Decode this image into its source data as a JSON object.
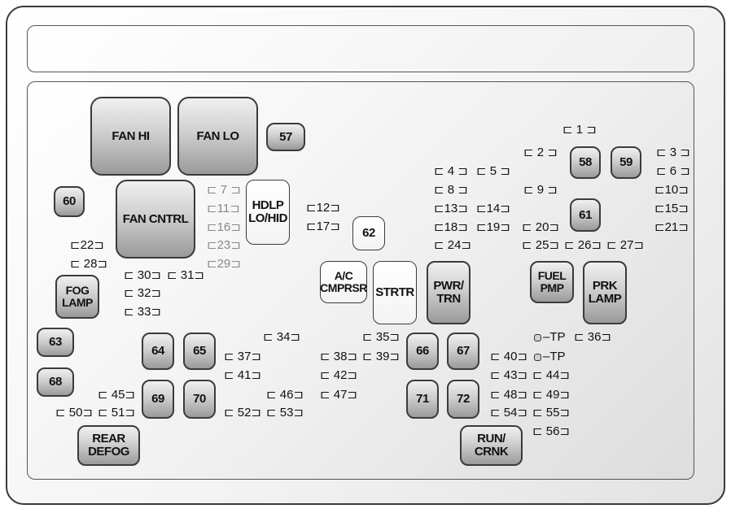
{
  "components": {
    "fan_hi": "FAN HI",
    "fan_lo": "FAN LO",
    "fan_cntrl": "FAN CNTRL",
    "hdlp_lo_hid": "HDLP\nLO/HID",
    "fog_lamp": "FOG\nLAMP",
    "rear_defog": "REAR\nDEFOG",
    "ac_cmprsr": "A/C\nCMPRSR",
    "strtr": "STRTR",
    "pwr_trn": "PWR/\nTRN",
    "fuel_pmp": "FUEL\nPMP",
    "prk_lamp": "PRK\nLAMP",
    "run_crnk": "RUN/\nCRNK"
  },
  "relays": {
    "r57": "57",
    "r58": "58",
    "r59": "59",
    "r60": "60",
    "r61": "61",
    "r62": "62",
    "r63": "63",
    "r64": "64",
    "r65": "65",
    "r66": "66",
    "r67": "67",
    "r68": "68",
    "r69": "69",
    "r70": "70",
    "r71": "71",
    "r72": "72"
  },
  "fuses": {
    "f1": "⊏ 1 ⊐",
    "f2": "⊏ 2 ⊐",
    "f3": "⊏ 3 ⊐",
    "f4": "⊏ 4 ⊐",
    "f5": "⊏ 5 ⊐",
    "f6": "⊏ 6 ⊐",
    "f7": "⊏ 7 ⊐",
    "f8": "⊏ 8 ⊐",
    "f9": "⊏ 9 ⊐",
    "f10": "⊏10⊐",
    "f11": "⊏11⊐",
    "f12": "⊏12⊐",
    "f13": "⊏13⊐",
    "f14": "⊏14⊐",
    "f15": "⊏15⊐",
    "f16": "⊏16⊐",
    "f17": "⊏17⊐",
    "f18": "⊏18⊐",
    "f19": "⊏19⊐",
    "f20": "⊏ 20⊐",
    "f21": "⊏21⊐",
    "f22": "⊏22⊐",
    "f23": "⊏23⊐",
    "f24": "⊏ 24⊐",
    "f25": "⊏ 25⊐",
    "f26": "⊏ 26⊐",
    "f27": "⊏ 27⊐",
    "f28": "⊏ 28⊐",
    "f29": "⊏29⊐",
    "f30": "⊏ 30⊐",
    "f31": "⊏ 31⊐",
    "f32": "⊏ 32⊐",
    "f33": "⊏ 33⊐",
    "f34": "⊏ 34⊐",
    "f35": "⊏ 35⊐",
    "f36": "⊏ 36⊐",
    "f37": "⊏ 37⊐",
    "f38": "⊏ 38⊐",
    "f39": "⊏ 39⊐",
    "f40": "⊏ 40⊐",
    "f41": "⊏ 41⊐",
    "f42": "⊏ 42⊐",
    "f43": "⊏ 43⊐",
    "f44": "⊏ 44⊐",
    "f45": "⊏ 45⊐",
    "f46": "⊏ 46⊐",
    "f47": "⊏ 47⊐",
    "f48": "⊏ 48⊐",
    "f49": "⊏ 49⊐",
    "f50": "⊏ 50⊐",
    "f51": "⊏ 51⊐",
    "f52": "⊏ 52⊐",
    "f53": "⊏ 53⊐",
    "f54": "⊏ 54⊐",
    "f55": "⊏ 55⊐",
    "f56": "⊏ 56⊐"
  },
  "tp": {
    "tp1": "–TP",
    "tp2": "–TP"
  }
}
